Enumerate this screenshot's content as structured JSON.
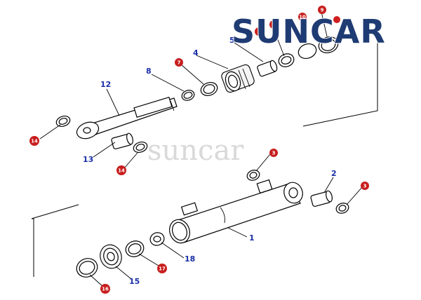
{
  "brand": {
    "logo_text": "SUNCAR",
    "watermark_text": "suncar",
    "logo_color": "#1f3b73",
    "logo_accent": "#d01f1f"
  },
  "callouts_blue": [
    {
      "id": "c1",
      "text": "1"
    },
    {
      "id": "c2",
      "text": "2"
    },
    {
      "id": "c4",
      "text": "4"
    },
    {
      "id": "c5",
      "text": "5"
    },
    {
      "id": "c8",
      "text": "8"
    },
    {
      "id": "c12",
      "text": "12"
    },
    {
      "id": "c13",
      "text": "13"
    },
    {
      "id": "c15",
      "text": "15"
    },
    {
      "id": "c18",
      "text": "18"
    }
  ],
  "callouts_red": [
    {
      "id": "r3a",
      "text": "3"
    },
    {
      "id": "r3b",
      "text": "3"
    },
    {
      "id": "r3c",
      "text": "3"
    },
    {
      "id": "r6",
      "text": "6"
    },
    {
      "id": "r7",
      "text": "7"
    },
    {
      "id": "r9",
      "text": "9"
    },
    {
      "id": "r10",
      "text": "10"
    },
    {
      "id": "r14a",
      "text": "14"
    },
    {
      "id": "r14b",
      "text": "14"
    },
    {
      "id": "r16",
      "text": "16"
    },
    {
      "id": "r17",
      "text": "17"
    }
  ],
  "colors": {
    "callout_blue": "#1a2fa8",
    "callout_red": "#c81e1e"
  }
}
